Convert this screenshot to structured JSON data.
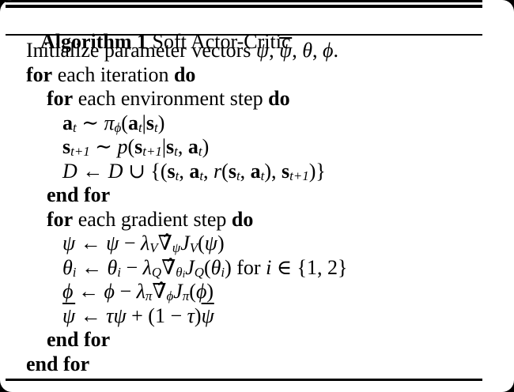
{
  "colors": {
    "background": "#000000",
    "paper": "#ffffff",
    "ink": "#000000"
  },
  "algorithm": {
    "title_label": "Algorithm 1",
    "title_rest": " Soft Actor-Critic",
    "lines": [
      {
        "indent": 0,
        "segments": [
          {
            "t": "Initialize parameter vectors "
          },
          {
            "t": "ψ",
            "i": true
          },
          {
            "t": ", "
          },
          {
            "t": "ψ",
            "i": true,
            "bar": true
          },
          {
            "t": ", "
          },
          {
            "t": "θ",
            "i": true
          },
          {
            "t": ", "
          },
          {
            "t": "ϕ",
            "i": true
          },
          {
            "t": "."
          }
        ]
      },
      {
        "indent": 0,
        "segments": [
          {
            "t": "for",
            "b": true
          },
          {
            "t": " each iteration "
          },
          {
            "t": "do",
            "b": true
          }
        ]
      },
      {
        "indent": 1,
        "segments": [
          {
            "t": "for",
            "b": true
          },
          {
            "t": " each environment step "
          },
          {
            "t": "do",
            "b": true
          }
        ]
      },
      {
        "indent": 2,
        "segments": [
          {
            "t": "a",
            "b": true
          },
          {
            "t": "t",
            "sub": true,
            "i": true
          },
          {
            "t": " ∼ "
          },
          {
            "t": "π",
            "i": true
          },
          {
            "t": "ϕ",
            "sub": true,
            "i": true
          },
          {
            "t": "("
          },
          {
            "t": "a",
            "b": true
          },
          {
            "t": "t",
            "sub": true,
            "i": true
          },
          {
            "t": "|"
          },
          {
            "t": "s",
            "b": true
          },
          {
            "t": "t",
            "sub": true,
            "i": true
          },
          {
            "t": ")"
          }
        ]
      },
      {
        "indent": 2,
        "segments": [
          {
            "t": "s",
            "b": true
          },
          {
            "t": "t+1",
            "sub": true,
            "i": true
          },
          {
            "t": " ∼ "
          },
          {
            "t": "p",
            "i": true
          },
          {
            "t": "("
          },
          {
            "t": "s",
            "b": true
          },
          {
            "t": "t+1",
            "sub": true,
            "i": true
          },
          {
            "t": "|"
          },
          {
            "t": "s",
            "b": true
          },
          {
            "t": "t",
            "sub": true,
            "i": true
          },
          {
            "t": ", "
          },
          {
            "t": "a",
            "b": true
          },
          {
            "t": "t",
            "sub": true,
            "i": true
          },
          {
            "t": ")"
          }
        ]
      },
      {
        "indent": 2,
        "segments": [
          {
            "t": "D",
            "cal": true
          },
          {
            "t": " ← "
          },
          {
            "t": "D",
            "cal": true
          },
          {
            "t": " ∪ {("
          },
          {
            "t": "s",
            "b": true
          },
          {
            "t": "t",
            "sub": true,
            "i": true
          },
          {
            "t": ", "
          },
          {
            "t": "a",
            "b": true
          },
          {
            "t": "t",
            "sub": true,
            "i": true
          },
          {
            "t": ", "
          },
          {
            "t": "r",
            "i": true
          },
          {
            "t": "("
          },
          {
            "t": "s",
            "b": true
          },
          {
            "t": "t",
            "sub": true,
            "i": true
          },
          {
            "t": ", "
          },
          {
            "t": "a",
            "b": true
          },
          {
            "t": "t",
            "sub": true,
            "i": true
          },
          {
            "t": "), "
          },
          {
            "t": "s",
            "b": true
          },
          {
            "t": "t+1",
            "sub": true,
            "i": true
          },
          {
            "t": ")}"
          }
        ]
      },
      {
        "indent": 1,
        "segments": [
          {
            "t": "end for",
            "b": true
          }
        ]
      },
      {
        "indent": 1,
        "segments": [
          {
            "t": "for",
            "b": true
          },
          {
            "t": " each gradient step "
          },
          {
            "t": "do",
            "b": true
          }
        ]
      },
      {
        "indent": 2,
        "segments": [
          {
            "t": "ψ",
            "i": true
          },
          {
            "t": " ← "
          },
          {
            "t": "ψ",
            "i": true
          },
          {
            "t": " − "
          },
          {
            "t": "λ",
            "i": true
          },
          {
            "t": "V",
            "sub": true,
            "i": true
          },
          {
            "t": "∇̂"
          },
          {
            "t": "ψ",
            "sub": true,
            "i": true
          },
          {
            "t": "J",
            "i": true
          },
          {
            "t": "V",
            "sub": true,
            "i": true
          },
          {
            "t": "("
          },
          {
            "t": "ψ",
            "i": true
          },
          {
            "t": ")"
          }
        ]
      },
      {
        "indent": 2,
        "segments": [
          {
            "t": "θ",
            "i": true
          },
          {
            "t": "i",
            "sub": true,
            "i": true
          },
          {
            "t": " ← "
          },
          {
            "t": "θ",
            "i": true
          },
          {
            "t": "i",
            "sub": true,
            "i": true
          },
          {
            "t": " − "
          },
          {
            "t": "λ",
            "i": true
          },
          {
            "t": "Q",
            "sub": true,
            "i": true
          },
          {
            "t": "∇̂"
          },
          {
            "t": "θ",
            "sub": true,
            "i": true
          },
          {
            "t": "i",
            "sub2": true,
            "i": true
          },
          {
            "t": "J",
            "i": true
          },
          {
            "t": "Q",
            "sub": true,
            "i": true
          },
          {
            "t": "("
          },
          {
            "t": "θ",
            "i": true
          },
          {
            "t": "i",
            "sub": true,
            "i": true
          },
          {
            "t": ") for "
          },
          {
            "t": "i",
            "i": true
          },
          {
            "t": " ∈ {1, 2}"
          }
        ]
      },
      {
        "indent": 2,
        "segments": [
          {
            "t": "ϕ",
            "i": true
          },
          {
            "t": " ← "
          },
          {
            "t": "ϕ",
            "i": true
          },
          {
            "t": " − "
          },
          {
            "t": "λ",
            "i": true
          },
          {
            "t": "π",
            "sub": true,
            "i": true
          },
          {
            "t": "∇̂"
          },
          {
            "t": "ϕ",
            "sub": true,
            "i": true
          },
          {
            "t": "J",
            "i": true
          },
          {
            "t": "π",
            "sub": true,
            "i": true
          },
          {
            "t": "("
          },
          {
            "t": "ϕ",
            "i": true
          },
          {
            "t": ")"
          }
        ]
      },
      {
        "indent": 2,
        "segments": [
          {
            "t": "ψ",
            "i": true,
            "bar": true
          },
          {
            "t": " ← "
          },
          {
            "t": "τ",
            "i": true
          },
          {
            "t": "ψ",
            "i": true
          },
          {
            "t": " + (1 − "
          },
          {
            "t": "τ",
            "i": true
          },
          {
            "t": ")"
          },
          {
            "t": "ψ",
            "i": true,
            "bar": true
          }
        ]
      },
      {
        "indent": 1,
        "segments": [
          {
            "t": "end for",
            "b": true
          }
        ]
      },
      {
        "indent": 0,
        "segments": [
          {
            "t": "end for",
            "b": true
          }
        ]
      }
    ]
  }
}
